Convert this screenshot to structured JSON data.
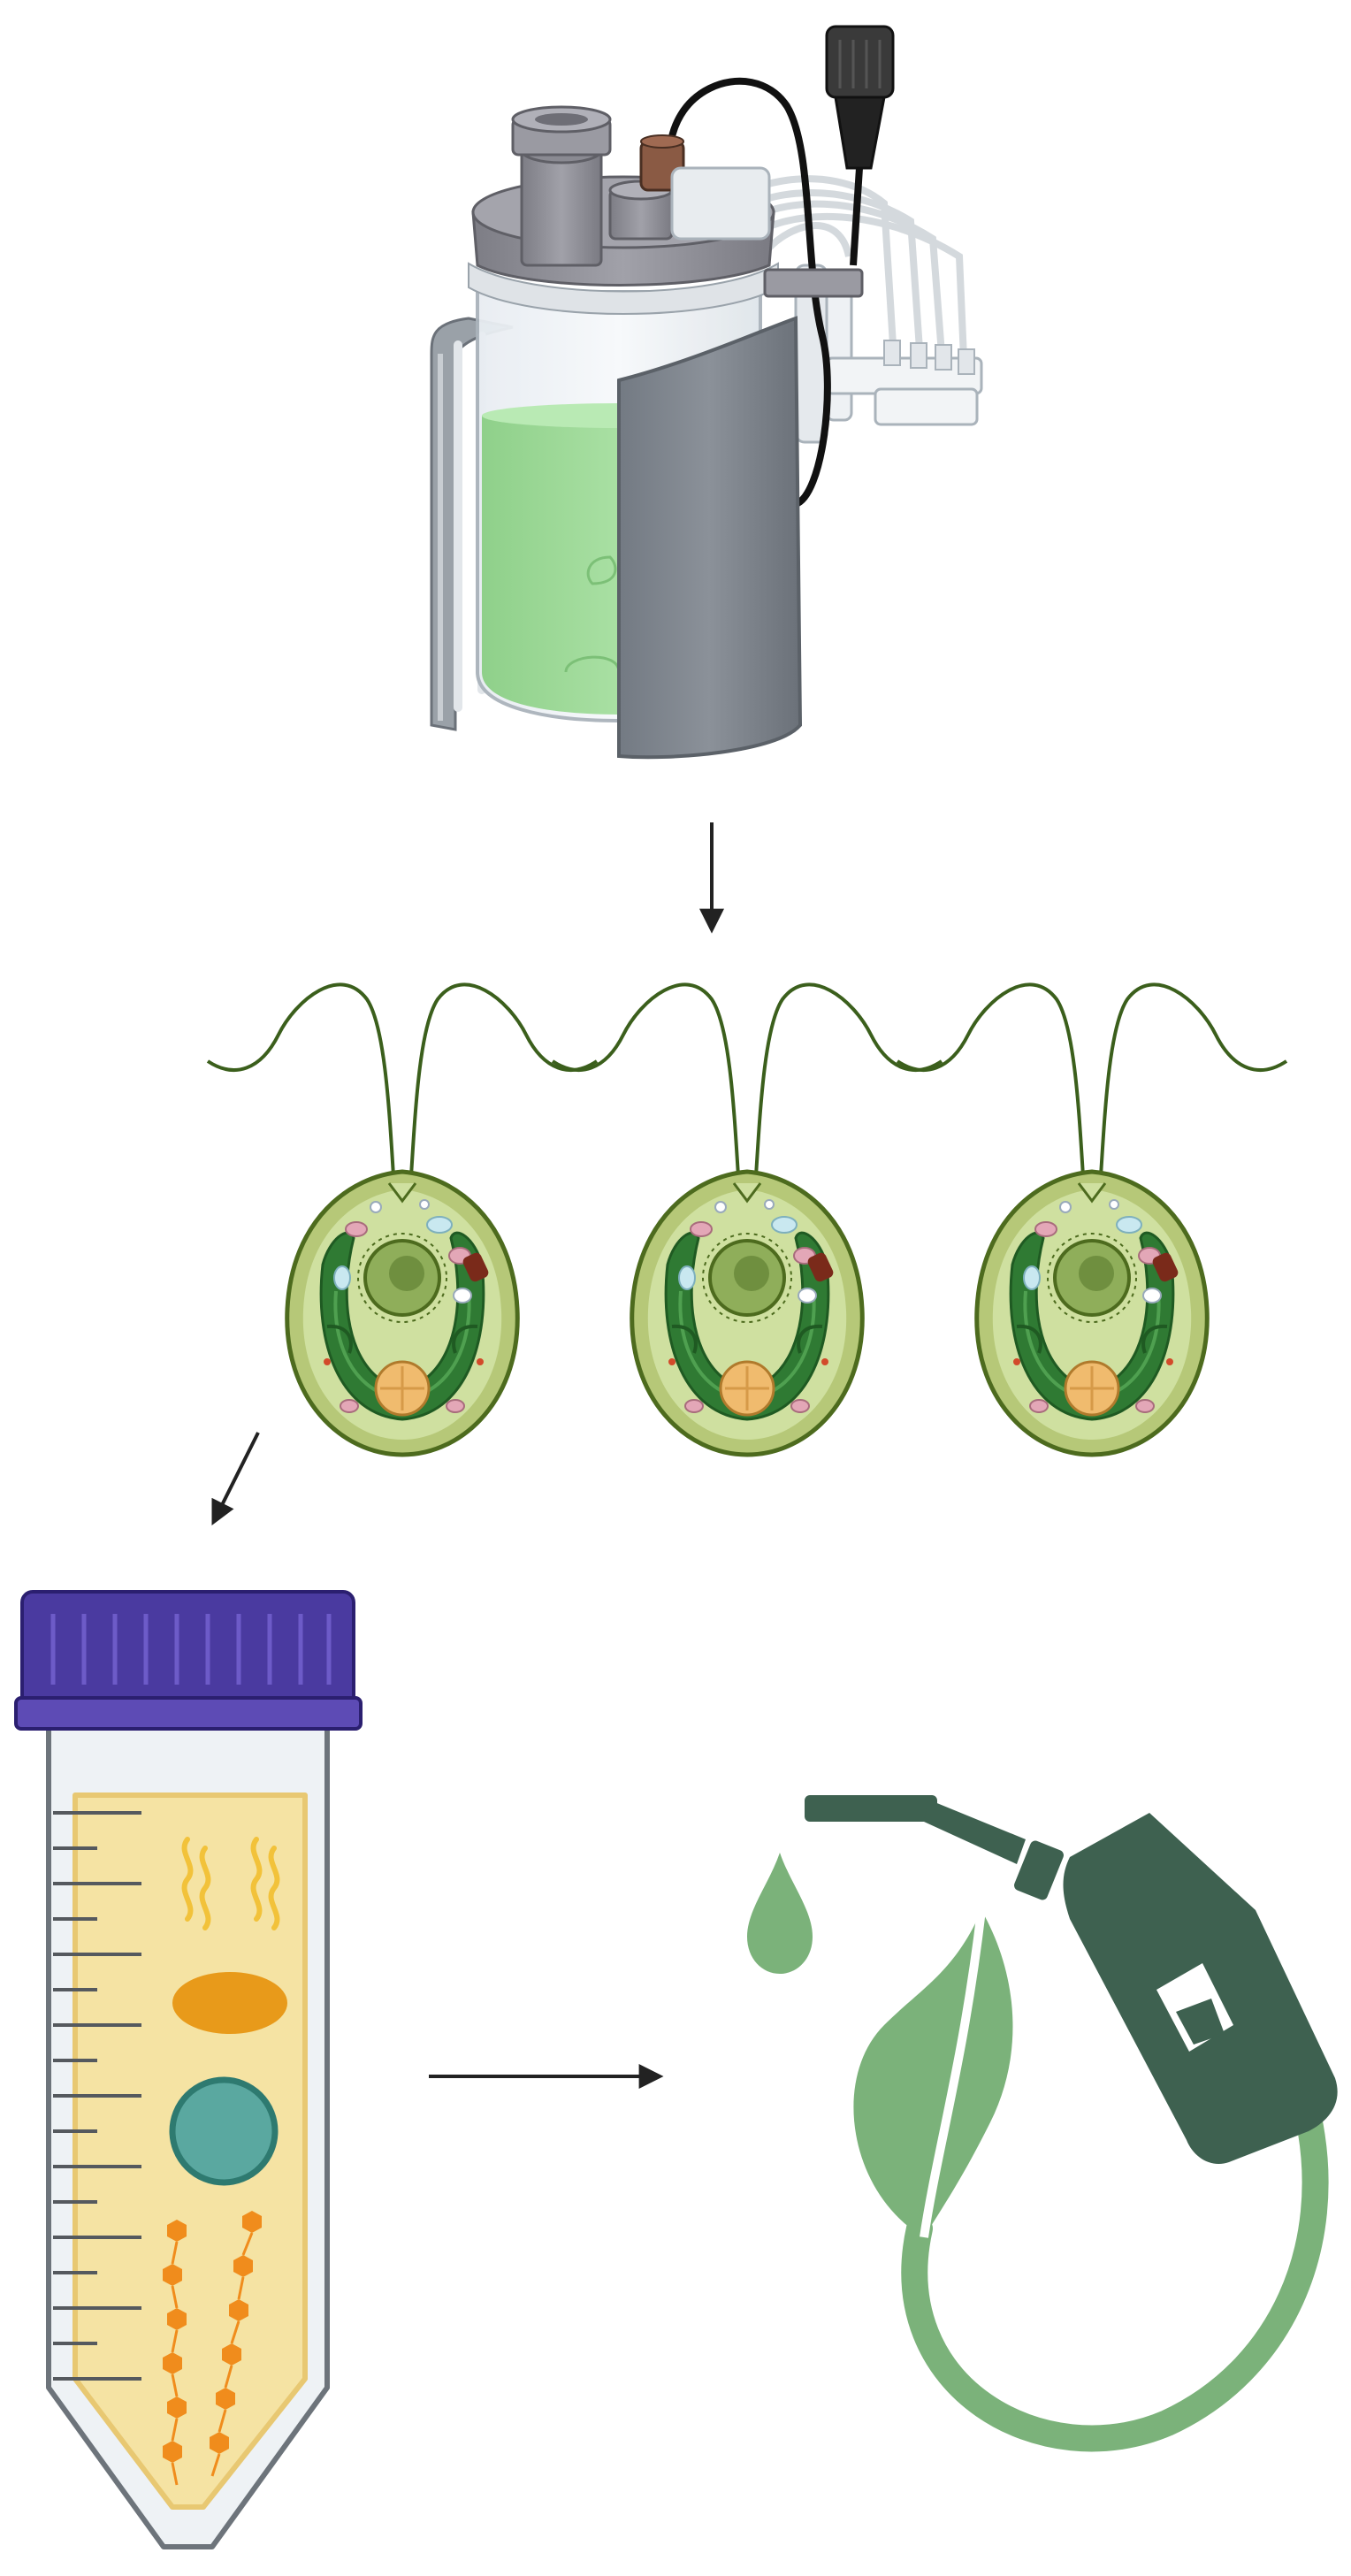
{
  "diagram": {
    "steps": [
      {
        "id": "photobioreactor"
      },
      {
        "id": "microalgae-cells",
        "count": 3
      },
      {
        "id": "lipid-extraction-tube"
      },
      {
        "id": "biofuel"
      }
    ],
    "flow": [
      {
        "from": "photobioreactor",
        "to": "microalgae-cells"
      },
      {
        "from": "microalgae-cells",
        "to": "lipid-extraction-tube"
      },
      {
        "from": "lipid-extraction-tube",
        "to": "biofuel"
      }
    ],
    "colors": {
      "bioreactor_lid": "#8f8f96",
      "culture_green": "#9bd896",
      "light_panel": "#7d838c",
      "cell_wall": "#b6c878",
      "chloroplast": "#2f7a33",
      "tube_cap": "#4a3aa0",
      "tube_fill": "#f5e3a3",
      "lipid_orange": "#f08c1c",
      "teal": "#5aa8a0",
      "fuel_dark": "#3e6150",
      "leaf_green": "#7bb27a",
      "arrow": "#222222"
    }
  }
}
